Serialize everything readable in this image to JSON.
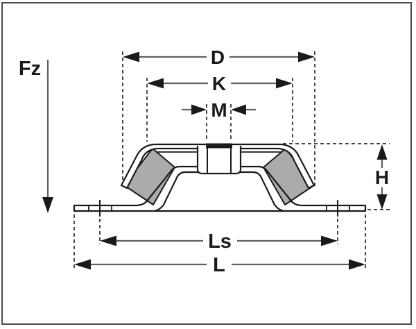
{
  "diagram": {
    "labels": {
      "force": "Fz",
      "diameter": "D",
      "top_width": "K",
      "thread": "M",
      "height": "H",
      "hole_spacing": "Ls",
      "overall_length": "L"
    },
    "colors": {
      "outline": "#1a1a1a",
      "dimension_line": "#606060",
      "dashed_line": "#2a2a2a",
      "rubber_fill": "#ababab",
      "frame_border": "#4b4b4b",
      "background": "#ffffff"
    }
  }
}
